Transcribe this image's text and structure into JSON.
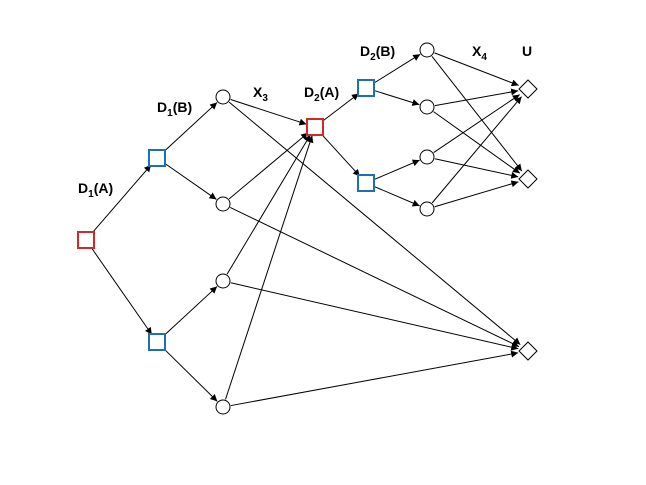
{
  "labels": {
    "d1a": {
      "main": "D",
      "sub": "1",
      "tail": "(A)"
    },
    "d1b": {
      "main": "D",
      "sub": "1",
      "tail": "(B)"
    },
    "x3": {
      "main": "X",
      "sub": "3",
      "tail": ""
    },
    "d2a": {
      "main": "D",
      "sub": "2",
      "tail": "(A)"
    },
    "d2b": {
      "main": "D",
      "sub": "2",
      "tail": "(B)"
    },
    "x4": {
      "main": "X",
      "sub": "4",
      "tail": ""
    },
    "u": {
      "main": "U",
      "sub": "",
      "tail": ""
    }
  },
  "colors": {
    "decision_A": "#d62728",
    "decision_B": "#1f6fb4",
    "edge": "#000000"
  },
  "node_types": {
    "decision": "square",
    "chance": "circle",
    "utility": "diamond"
  }
}
